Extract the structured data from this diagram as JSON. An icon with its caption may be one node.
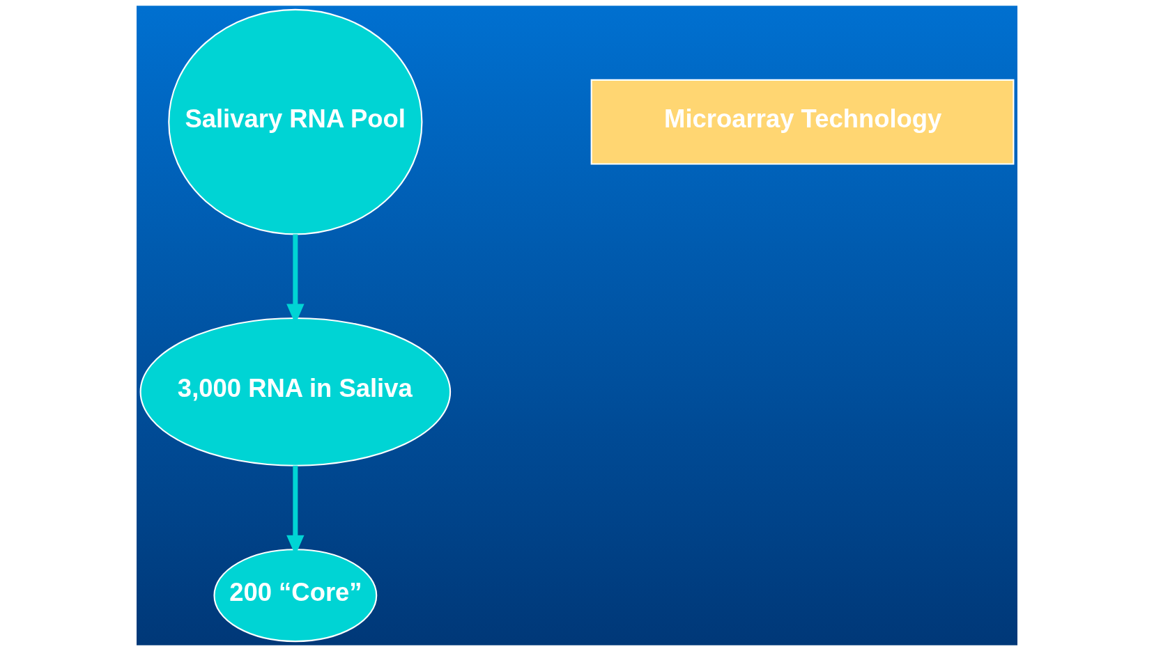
{
  "diagram": {
    "nodes": [
      {
        "text": [
          "Microarray Technology"
        ]
      },
      {
        "text": [
          "Salivary RNA Pool"
        ]
      },
      {
        "text": [
          "3,000 RNA in Saliva"
        ]
      },
      {
        "text": [
          "200 “Core”"
        ]
      }
    ],
    "edges": [
      {
        "from": 1,
        "to": 2,
        "arrow": "to"
      },
      {
        "from": 2,
        "to": 3,
        "arrow": "to"
      }
    ]
  }
}
